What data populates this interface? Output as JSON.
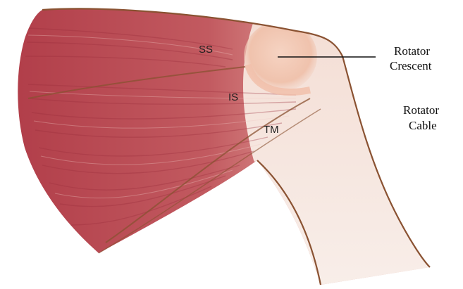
{
  "labels": {
    "supraspinatus": "SS",
    "infraspinatus": "IS",
    "teres_minor": "TM",
    "rotator_crescent_line1": "Rotator",
    "rotator_crescent_line2": "Crescent",
    "rotator_cable_line1": "Rotator",
    "rotator_cable_line2": "Cable"
  },
  "colors": {
    "muscle_dark": "#b8474f",
    "muscle_mid": "#d98a88",
    "tendon": "#f3dcd2",
    "tendon_light": "#f7ebe5",
    "crescent": "#f0c3ad",
    "outline": "#8a5232",
    "leader_line": "#111111"
  }
}
